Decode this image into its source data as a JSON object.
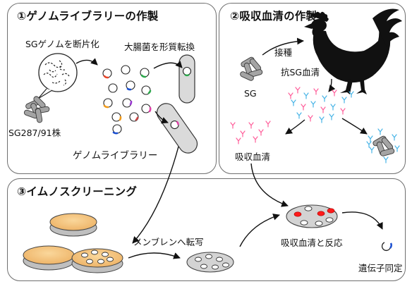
{
  "panels": {
    "p1": {
      "title": "①ゲノムライブラリーの作製"
    },
    "p2": {
      "title": "②吸収血清の作製"
    },
    "p3": {
      "title": "③イムノスクリーニング"
    }
  },
  "labels": {
    "genome_fragment": "SGゲノムを断片化",
    "transform": "大腸菌を形質転換",
    "strain": "SG287/91株",
    "library": "ゲノムライブラリー",
    "inoculation": "接種",
    "anti_serum": "抗SG血清",
    "sg": "SG",
    "absorbed_serum": "吸収血清",
    "membrane_transfer": "メンブレンへ転写",
    "react": "吸収血清と反応",
    "gene_id": "遺伝子同定"
  },
  "colors": {
    "border": "#6f6f6f",
    "agar": "#f4c57d",
    "membrane": "#d3d3d3",
    "bacteria": "#9a9a9a",
    "antibody_pink": "#ff5e9a",
    "antibody_blue": "#48b4e6",
    "positive_spot": "#ff1a1a",
    "marker_blue": "#1a4fd1"
  }
}
